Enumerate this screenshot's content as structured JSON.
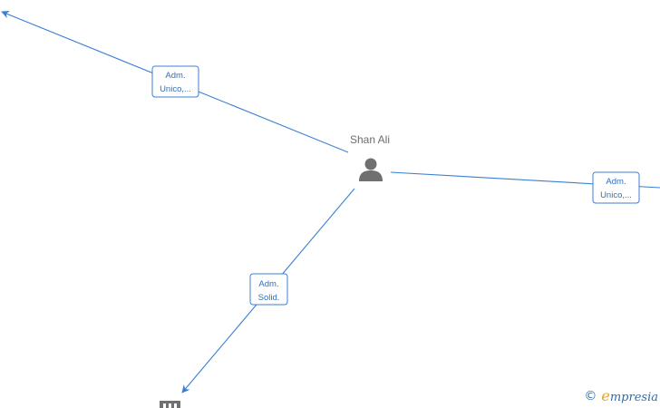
{
  "central_node": {
    "name": "Shan Ali",
    "icon": "person-icon"
  },
  "edges": [
    {
      "id": "edge-top-left",
      "label_line1": "Adm.",
      "label_line2": "Unico,..."
    },
    {
      "id": "edge-right",
      "label_line1": "Adm.",
      "label_line2": "Unico,..."
    },
    {
      "id": "edge-bottom-left",
      "label_line1": "Adm.",
      "label_line2": "Solid."
    }
  ],
  "company_node": {
    "icon": "building-icon"
  },
  "watermark": {
    "copyright_symbol": "©",
    "brand_initial": "e",
    "brand_rest": "mpresia"
  },
  "colors": {
    "edge": "#3b7fd4",
    "label_text": "#2f6fc4",
    "icon": "#707070",
    "node_name": "#6e6e6e",
    "brand_accent": "#e8a317"
  }
}
